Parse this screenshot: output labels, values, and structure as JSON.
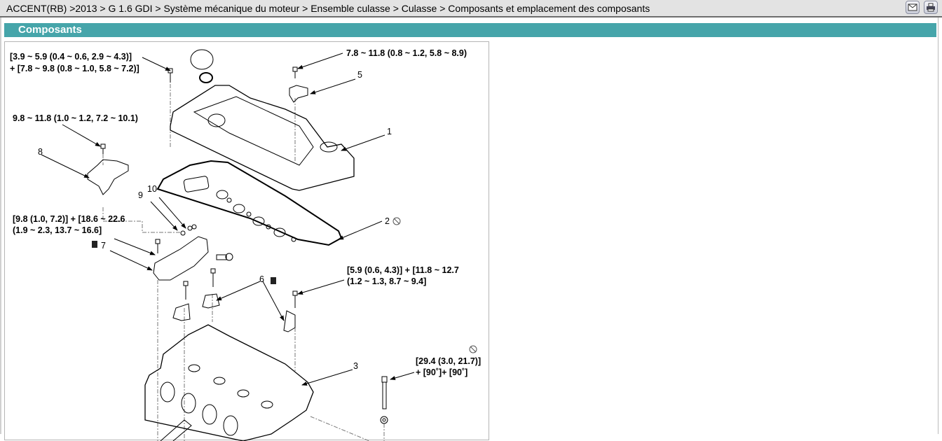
{
  "breadcrumb": "ACCENT(RB) >2013 > G 1.6 GDI > Système mécanique du moteur > Ensemble culasse > Culasse > Composants et emplacement des composants",
  "toolbar": {
    "email_icon": "envelope-icon",
    "print_icon": "printer-icon"
  },
  "section": {
    "title": "Composants"
  },
  "diagram": {
    "torque_labels": {
      "t1a": "[3.9 ~ 5.9 (0.4 ~ 0.6, 2.9 ~ 4.3)]",
      "t1b": "+ [7.8 ~ 9.8 (0.8 ~ 1.0, 5.8 ~ 7.2)]",
      "t2": "7.8 ~ 11.8 (0.8 ~ 1.2, 5.8 ~ 8.9)",
      "t3": "9.8 ~ 11.8 (1.0 ~ 1.2, 7.2 ~ 10.1)",
      "t4a": "[9.8 (1.0, 7.2)] + [18.6 ~ 22.6",
      "t4b": "(1.9 ~ 2.3, 13.7 ~ 16.6]",
      "t5a": "[5.9 (0.6, 4.3)] + [11.8 ~ 12.7",
      "t5b": "(1.2 ~ 1.3, 8.7 ~ 9.4]",
      "t6a": "[29.4 (3.0, 21.7)]",
      "t6b": "+ [90˚]+ [90˚]"
    },
    "part_numbers": {
      "p1": "1",
      "p2": "2",
      "p3": "3",
      "p5": "5",
      "p6": "6",
      "p7": "7",
      "p8": "8",
      "p9": "9",
      "p10": "10"
    }
  }
}
